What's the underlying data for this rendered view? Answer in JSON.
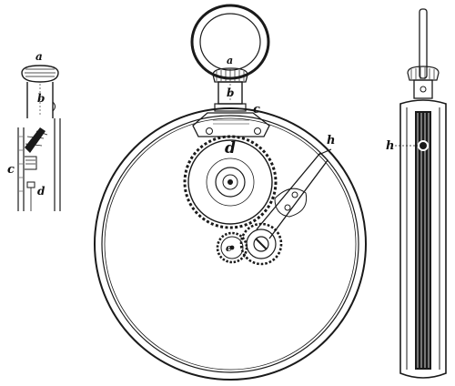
{
  "figure": {
    "labels": {
      "side_a": "a",
      "side_b": "b",
      "side_c": "c",
      "side_d": "d",
      "main_a": "a",
      "main_b": "b",
      "main_c": "c",
      "main_d": "d",
      "main_h": "h",
      "main_e": "e",
      "edge_h": "h"
    },
    "colors": {
      "ink": "#1a1a1a",
      "paper": "#ffffff"
    }
  }
}
